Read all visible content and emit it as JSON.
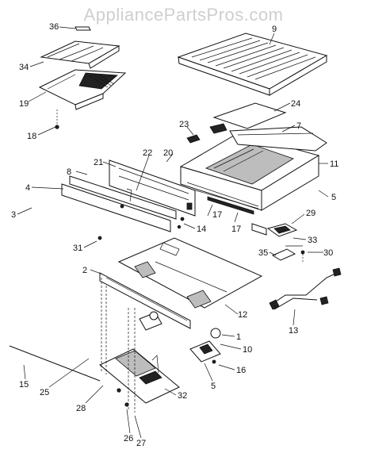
{
  "watermark": "AppliancePartsPros.com",
  "callouts": {
    "c1": "1",
    "c2": "2",
    "c3": "3",
    "c4": "4",
    "c5a": "5",
    "c5b": "5",
    "c7": "7",
    "c8": "8",
    "c9": "9",
    "c10": "10",
    "c11": "11",
    "c12": "12",
    "c13": "13",
    "c14": "14",
    "c15": "15",
    "c16": "16",
    "c17a": "17",
    "c17b": "17",
    "c18": "18",
    "c19": "19",
    "c20": "20",
    "c21": "21",
    "c22": "22",
    "c23": "23",
    "c24": "24",
    "c25": "25",
    "c26": "26",
    "c27": "27",
    "c28": "28",
    "c29": "29",
    "c30": "30",
    "c31": "31",
    "c32": "32",
    "c33": "33",
    "c34": "34",
    "c35": "35",
    "c36": "36"
  }
}
